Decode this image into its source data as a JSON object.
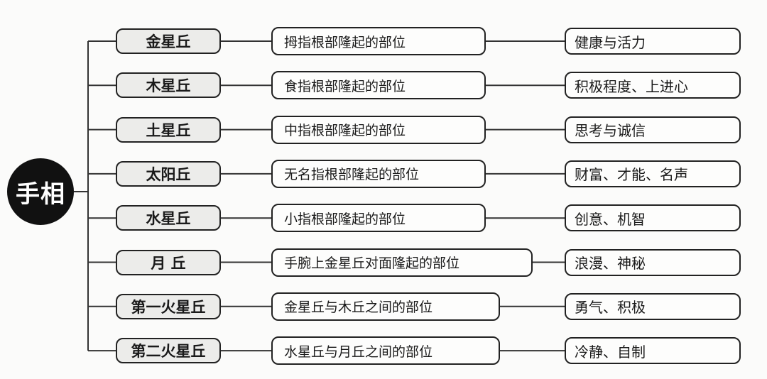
{
  "root": {
    "label": "手相"
  },
  "branches": [
    {
      "mount": "金星丘",
      "location": "拇指根部隆起的部位",
      "meaning": "健康与活力"
    },
    {
      "mount": "木星丘",
      "location": "食指根部隆起的部位",
      "meaning": "积极程度、上进心"
    },
    {
      "mount": "土星丘",
      "location": "中指根部隆起的部位",
      "meaning": "思考与诚信"
    },
    {
      "mount": "太阳丘",
      "location": "无名指根部隆起的部位",
      "meaning": "财富、才能、名声"
    },
    {
      "mount": "水星丘",
      "location": "小指根部隆起的部位",
      "meaning": "创意、机智"
    },
    {
      "mount": "月 丘",
      "location": "手腕上金星丘对面隆起的部位",
      "meaning": "浪漫、神秘"
    },
    {
      "mount": "第一火星丘",
      "location": "金星丘与木丘之间的部位",
      "meaning": "勇气、积极"
    },
    {
      "mount": "第二火星丘",
      "location": "水星丘与月丘之间的部位",
      "meaning": "冷静、自制"
    }
  ]
}
